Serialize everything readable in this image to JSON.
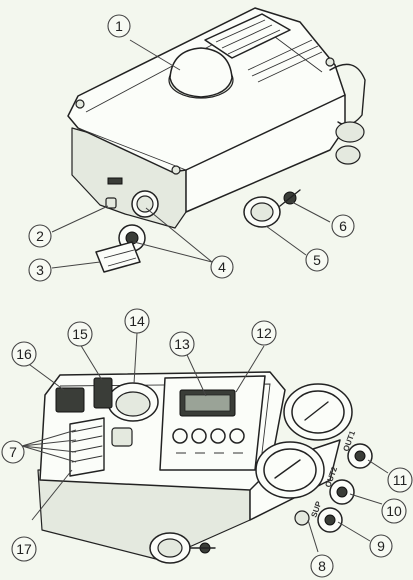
{
  "callouts": {
    "c1": "1",
    "c2": "2",
    "c3": "3",
    "c4": "4",
    "c5": "5",
    "c6": "6",
    "c7": "7",
    "c8": "8",
    "c9": "9",
    "c10": "10",
    "c11": "11",
    "c12": "12",
    "c13": "13",
    "c14": "14",
    "c15": "15",
    "c16": "16",
    "c17": "17"
  },
  "ports": {
    "out1": "OUT1",
    "out2": "OUT2",
    "sup": "SUP"
  }
}
